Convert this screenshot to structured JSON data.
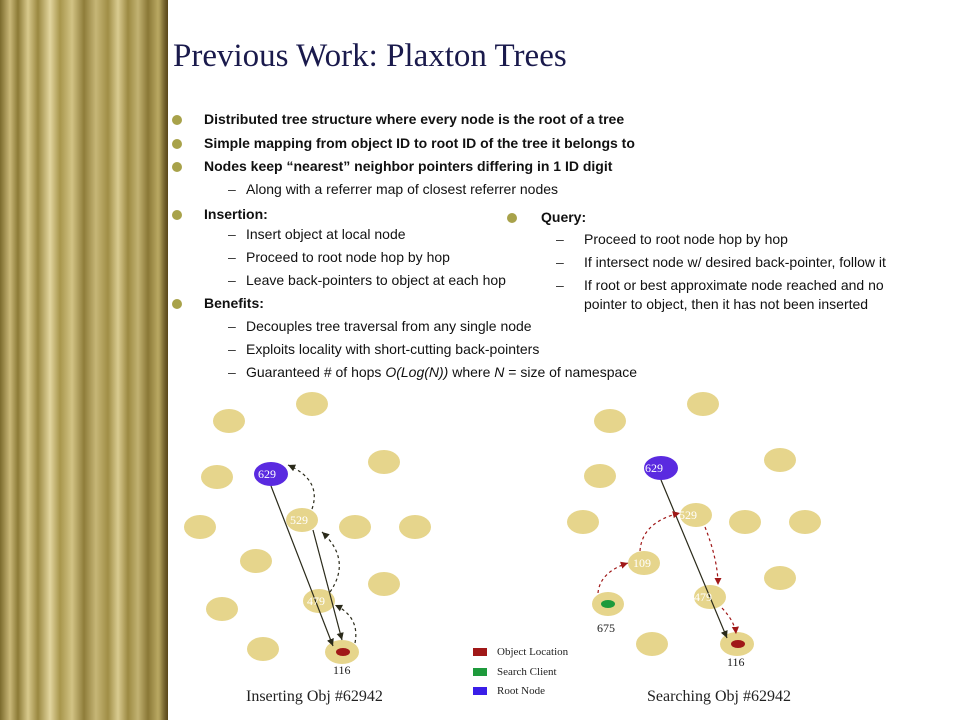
{
  "slide": {
    "title": "Previous Work: Plaxton Trees",
    "bullets": [
      "Distributed tree structure where every node is the root of a tree",
      "Simple mapping from object ID to root ID of the tree it belongs to",
      "Nodes keep “nearest” neighbor pointers differing in 1 ID digit"
    ],
    "referrer_sub": "Along with a referrer map of closest referrer nodes",
    "insertion": {
      "heading": "Insertion:",
      "items": [
        "Insert object at local node",
        "Proceed to root node hop by hop",
        "Leave back-pointers to object at each hop"
      ]
    },
    "benefits": {
      "heading": "Benefits:",
      "items": [
        "Decouples tree traversal from any single node",
        "Exploits locality with short-cutting back-pointers"
      ],
      "guarantee": {
        "a": "Guaranteed # of hops ",
        "b": "O(Log(N))",
        "c": " where ",
        "d": "N",
        "e": " = size of namespace"
      }
    },
    "query": {
      "heading": "Query:",
      "items": [
        "Proceed to root node hop by hop",
        "If intersect node w/ desired back-pointer, follow it"
      ],
      "item3_line1": "If root or best approximate node reached and no",
      "item3_line2": "pointer to object, then it has not been inserted"
    },
    "dash": "–"
  },
  "diagram_left": {
    "caption": "Inserting Obj #62942",
    "nodes": {
      "root": "629",
      "n529": "529",
      "n479": "479",
      "n116": "116"
    }
  },
  "diagram_right": {
    "caption": "Searching Obj #62942",
    "nodes": {
      "root": "629",
      "n529": "529",
      "n109": "109",
      "n479": "479",
      "n675": "675",
      "n116": "116"
    }
  },
  "legend": [
    {
      "label": "Object Location",
      "color": "#a01818"
    },
    {
      "label": "Search Client",
      "color": "#1e9a3c"
    },
    {
      "label": "Root Node",
      "color": "#3a1ee8"
    }
  ],
  "colors": {
    "node_fill": "#e6d58c",
    "root_fill": "#5a2ae0",
    "object_red": "#a01818",
    "client_green": "#1e9a3c",
    "bullet": "#a8a24a"
  }
}
